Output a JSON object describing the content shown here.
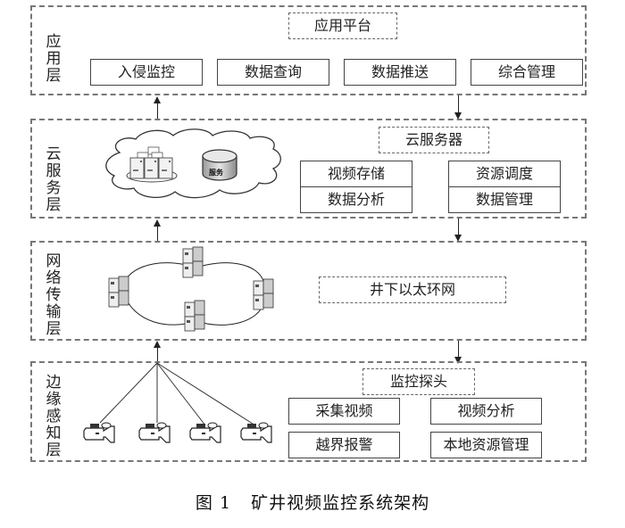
{
  "layers": {
    "application": {
      "label": "应用层",
      "platform_title": "应用平台",
      "modules": [
        "入侵监控",
        "数据查询",
        "数据推送",
        "综合管理"
      ]
    },
    "cloud": {
      "label": "云服务层",
      "server_title": "云服务器",
      "db_label": "服务",
      "modules_left": [
        "视频存储",
        "数据分析"
      ],
      "modules_right": [
        "资源调度",
        "数据管理"
      ]
    },
    "network": {
      "label": "网络传输层",
      "network_title": "井下以太环网"
    },
    "edge": {
      "label": "边缘感知层",
      "probe_title": "监控探头",
      "modules": [
        "采集视频",
        "视频分析",
        "越界报警",
        "本地资源管理"
      ],
      "camera_count": 4
    }
  },
  "caption": {
    "figure_number": "图 1",
    "title": "矿井视频监控系统架构"
  }
}
